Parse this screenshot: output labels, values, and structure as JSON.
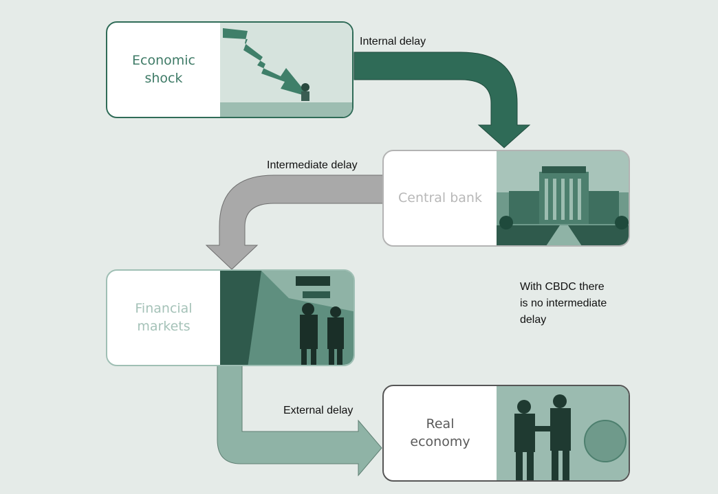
{
  "colors": {
    "background": "#e5ebe8",
    "dark_green": "#2f6b57",
    "gray": "#a9a9a9",
    "light_green": "#8fb3a6"
  },
  "boxes": {
    "economic_shock": {
      "label": "Economic\nshock",
      "border_color": "#2f6b57",
      "text_color": "#3e7a66"
    },
    "central_bank": {
      "label": "Central bank",
      "border_color": "#b3b3b3",
      "text_color": "#b8b8b8"
    },
    "financial_markets": {
      "label": "Financial\nmarkets",
      "border_color": "#9fbfb4",
      "text_color": "#a5c2b8"
    },
    "real_economy": {
      "label": "Real\neconomy",
      "border_color": "#555555",
      "text_color": "#5a5a5a"
    }
  },
  "arrows": {
    "internal_delay": "Internal delay",
    "intermediate_delay": "Intermediate delay",
    "external_delay": "External delay"
  },
  "note": "With CBDC there\nis no intermediate\ndelay"
}
